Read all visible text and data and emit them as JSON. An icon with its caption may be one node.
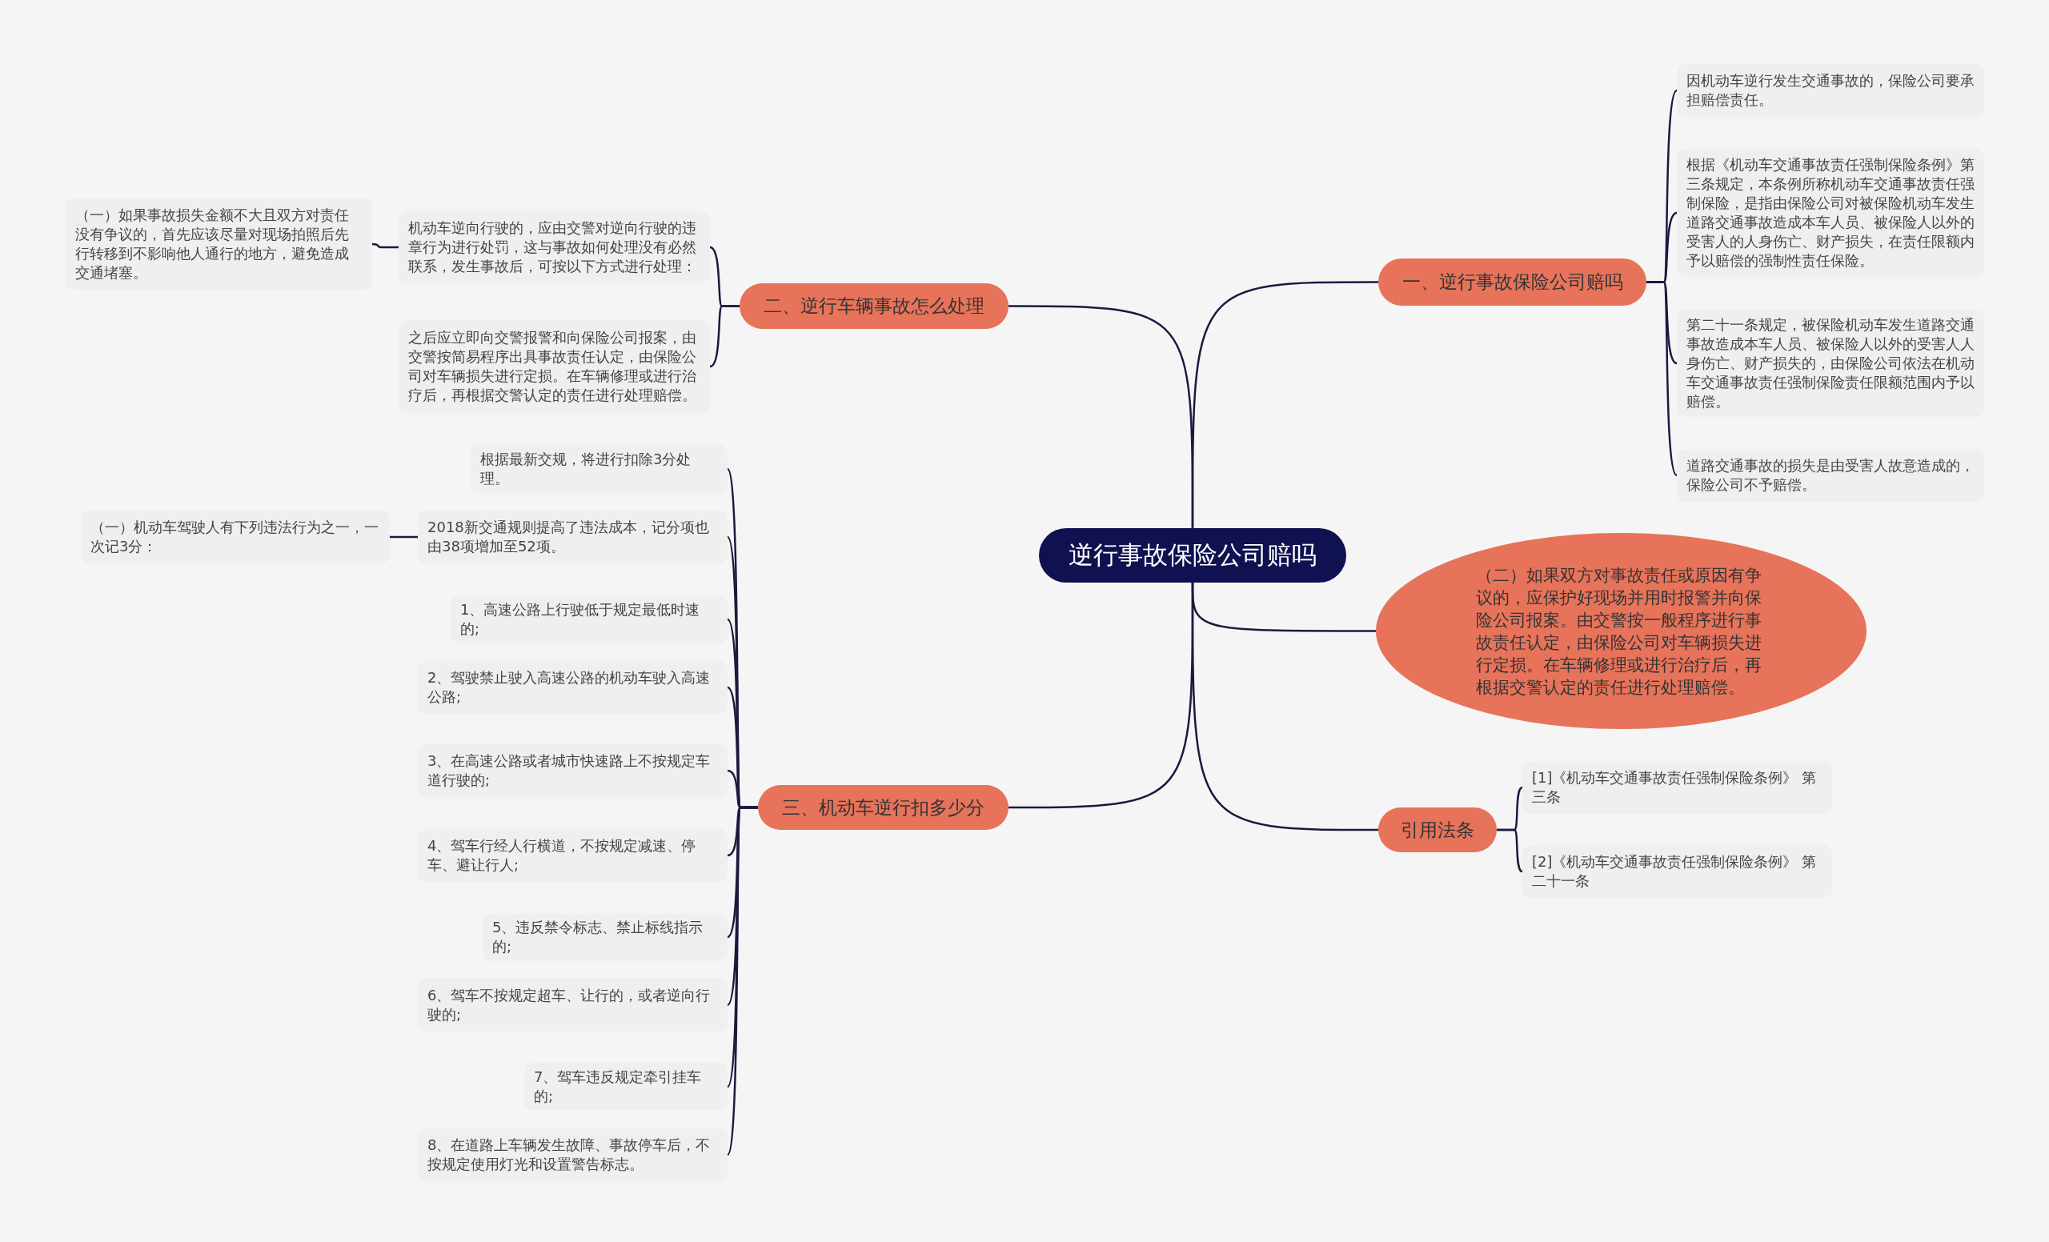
{
  "diagram": {
    "nodes": [
      {
        "text": [
          "逆行事故保险公司赔吗"
        ]
      },
      {
        "text": [
          "一、逆行事故保险公司赔吗"
        ]
      },
      {
        "text": [
          "因机动车逆行发生交通事故的，保险公司要承担赔偿责任。"
        ]
      },
      {
        "text": [
          "根据《机动车交通事故责任强制保险条例》第三条规定，本条例所称机动车交通事故责任强制保险，是指由保险公司对被保险机动车发生道路交通事故造成本车人员、被保险人以外的受害人的人身伤亡、财产损失，在责任限额内予以赔偿的强制性责任保险。"
        ]
      },
      {
        "text": [
          "第二十一条规定，被保险机动车发生道路交通事故造成本车人员、被保险人以外的受害人人身伤亡、财产损失的，由保险公司依法在机动车交通事故责任强制保险责任限额范围内予以赔偿。"
        ]
      },
      {
        "text": [
          "道路交通事故的损失是由受害人故意造成的，保险公司不予赔偿。"
        ]
      },
      {
        "text": [
          "（二）如果双方对事故责任或原因有争议的，应保护好现场并用时报警并向保险公司报案。由交警按一般程序进行事故责任认定，由保险公司对车辆损失进行定损。在车辆修理或进行治疗后，再根据交警认定的责任进行处理赔偿。"
        ]
      },
      {
        "text": [
          "引用法条"
        ]
      },
      {
        "text": [
          "[1]《机动车交通事故责任强制保险条例》 第三条"
        ]
      },
      {
        "text": [
          "[2]《机动车交通事故责任强制保险条例》 第二十一条"
        ]
      },
      {
        "text": [
          "二、逆行车辆事故怎么处理"
        ]
      },
      {
        "text": [
          "机动车逆向行驶的，应由交警对逆向行驶的违章行为进行处罚，这与事故如何处理没有必然联系，发生事故后，可按以下方式进行处理："
        ]
      },
      {
        "text": [
          "（一）如果事故损失金额不大且双方对责任没有争议的，首先应该尽量对现场拍照后先行转移到不影响他人通行的地方，避免造成交通堵塞。"
        ]
      },
      {
        "text": [
          "之后应立即向交警报警和向保险公司报案，由交警按简易程序出具事故责任认定，由保险公司对车辆损失进行定损。在车辆修理或进行治疗后，再根据交警认定的责任进行处理赔偿。"
        ]
      },
      {
        "text": [
          "三、机动车逆行扣多少分"
        ]
      },
      {
        "text": [
          "根据最新交规，将进行扣除3分处理。"
        ]
      },
      {
        "text": [
          "2018新交通规则提高了违法成本，记分项也由38项增加至52项。"
        ]
      },
      {
        "text": [
          "（一）机动车驾驶人有下列违法行为之一，一次记3分："
        ]
      },
      {
        "text": [
          "1、高速公路上行驶低于规定最低时速的;"
        ]
      },
      {
        "text": [
          "2、驾驶禁止驶入高速公路的机动车驶入高速公路;"
        ]
      },
      {
        "text": [
          "3、在高速公路或者城市快速路上不按规定车道行驶的;"
        ]
      },
      {
        "text": [
          "4、驾车行经人行横道，不按规定减速、停车、避让行人;"
        ]
      },
      {
        "text": [
          "5、违反禁令标志、禁止标线指示的;"
        ]
      },
      {
        "text": [
          "6、驾车不按规定超车、让行的，或者逆向行驶的;"
        ]
      },
      {
        "text": [
          "7、驾车违反规定牵引挂车的;"
        ]
      },
      {
        "text": [
          "8、在道路上车辆发生故障、事故停车后，不按规定使用灯光和设置警告标志。"
        ]
      }
    ],
    "edges": [
      {
        "from": 0,
        "to": 1,
        "arrow": "none"
      },
      {
        "from": 1,
        "to": 2,
        "arrow": "none"
      },
      {
        "from": 1,
        "to": 3,
        "arrow": "none"
      },
      {
        "from": 1,
        "to": 4,
        "arrow": "none"
      },
      {
        "from": 1,
        "to": 5,
        "arrow": "none"
      },
      {
        "from": 0,
        "to": 6,
        "arrow": "none"
      },
      {
        "from": 0,
        "to": 7,
        "arrow": "none"
      },
      {
        "from": 7,
        "to": 8,
        "arrow": "none"
      },
      {
        "from": 7,
        "to": 9,
        "arrow": "none"
      },
      {
        "from": 0,
        "to": 10,
        "arrow": "none"
      },
      {
        "from": 10,
        "to": 11,
        "arrow": "none"
      },
      {
        "from": 11,
        "to": 12,
        "arrow": "none"
      },
      {
        "from": 10,
        "to": 13,
        "arrow": "none"
      },
      {
        "from": 0,
        "to": 14,
        "arrow": "none"
      },
      {
        "from": 14,
        "to": 15,
        "arrow": "none"
      },
      {
        "from": 14,
        "to": 16,
        "arrow": "none"
      },
      {
        "from": 16,
        "to": 17,
        "arrow": "none"
      },
      {
        "from": 14,
        "to": 18,
        "arrow": "none"
      },
      {
        "from": 14,
        "to": 19,
        "arrow": "none"
      },
      {
        "from": 14,
        "to": 20,
        "arrow": "none"
      },
      {
        "from": 14,
        "to": 21,
        "arrow": "none"
      },
      {
        "from": 14,
        "to": 22,
        "arrow": "none"
      },
      {
        "from": 14,
        "to": 23,
        "arrow": "none"
      },
      {
        "from": 14,
        "to": 24,
        "arrow": "none"
      },
      {
        "from": 14,
        "to": 25,
        "arrow": "none"
      }
    ]
  }
}
